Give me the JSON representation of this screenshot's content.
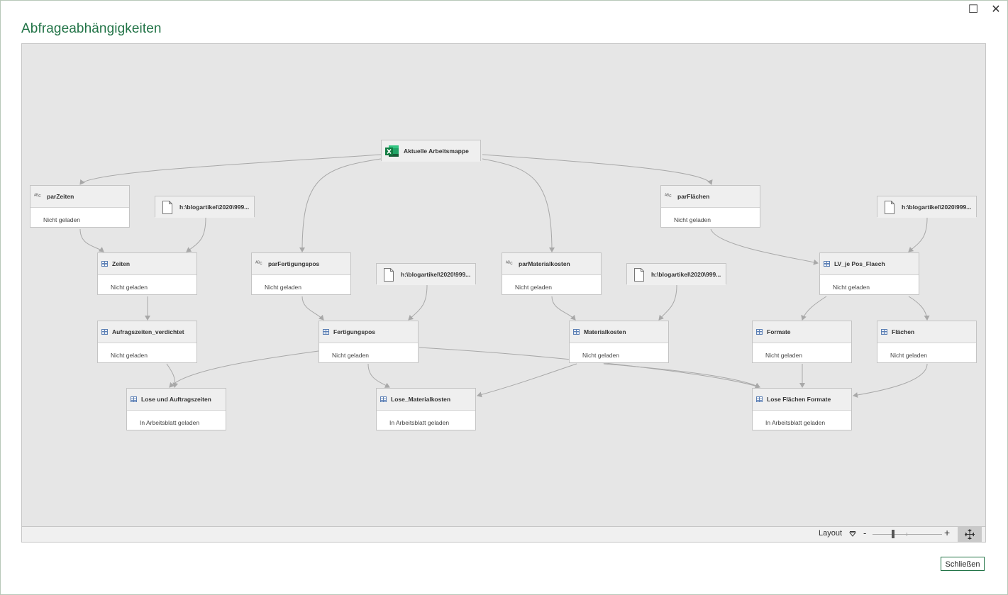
{
  "window": {
    "title": "Abfrageabhängigkeiten",
    "maximize_glyph": "☐",
    "close_glyph": "✕"
  },
  "nodes": {
    "aktuelle": {
      "label": "Aktuelle Arbeitsmappe",
      "icon": "excel-icon"
    },
    "parZeiten": {
      "label": "parZeiten",
      "status": "Nicht geladen",
      "icon": "parameter-icon"
    },
    "file1": {
      "label": "h:\\blogartikel\\2020\\999...",
      "icon": "document-icon"
    },
    "parFlaechen": {
      "label": "parFlächen",
      "status": "Nicht geladen",
      "icon": "parameter-icon"
    },
    "file2": {
      "label": "h:\\blogartikel\\2020\\999...",
      "icon": "document-icon"
    },
    "zeiten": {
      "label": "Zeiten",
      "status": "Nicht geladen",
      "icon": "table-icon"
    },
    "parFertigungspos": {
      "label": "parFertigungspos",
      "status": "Nicht geladen",
      "icon": "parameter-icon"
    },
    "file3": {
      "label": "h:\\blogartikel\\2020\\999...",
      "icon": "document-icon"
    },
    "parMaterialkosten": {
      "label": "parMaterialkosten",
      "status": "Nicht geladen",
      "icon": "parameter-icon"
    },
    "file4": {
      "label": "h:\\blogartikel\\2020\\999...",
      "icon": "document-icon"
    },
    "lvJePos": {
      "label": "LV_je Pos_Flaech",
      "status": "Nicht geladen",
      "icon": "table-icon"
    },
    "aufragszeiten": {
      "label": "Aufragszeiten_verdichtet",
      "status": "Nicht geladen",
      "icon": "table-icon"
    },
    "fertigungspos": {
      "label": "Fertigungspos",
      "status": "Nicht geladen",
      "icon": "table-icon"
    },
    "materialkosten": {
      "label": "Materialkosten",
      "status": "Nicht geladen",
      "icon": "table-icon"
    },
    "formate": {
      "label": "Formate",
      "status": "Nicht geladen",
      "icon": "table-icon"
    },
    "flaechen": {
      "label": "Flächen",
      "status": "Nicht geladen",
      "icon": "table-icon"
    },
    "loseAuftrag": {
      "label": "Lose und Auftragszeiten",
      "status": "In Arbeitsblatt geladen",
      "icon": "table-icon"
    },
    "loseMaterial": {
      "label": "Lose_Materialkosten",
      "status": "In Arbeitsblatt geladen",
      "icon": "table-icon"
    },
    "loseFlaechen": {
      "label": "Lose Flächen Formate",
      "status": "In Arbeitsblatt geladen",
      "icon": "table-icon"
    }
  },
  "toolbar": {
    "layout_label": "Layout",
    "zoom_minus": "-",
    "zoom_plus": "+",
    "zoom_level": 0.3,
    "fit_icon": "fit-to-screen-icon"
  },
  "footer": {
    "close_label": "Schließen"
  },
  "colors": {
    "accent": "#217346",
    "canvas": "#e6e6e6",
    "edge": "#a8a8a8",
    "table_icon": "#5b7fb4"
  }
}
